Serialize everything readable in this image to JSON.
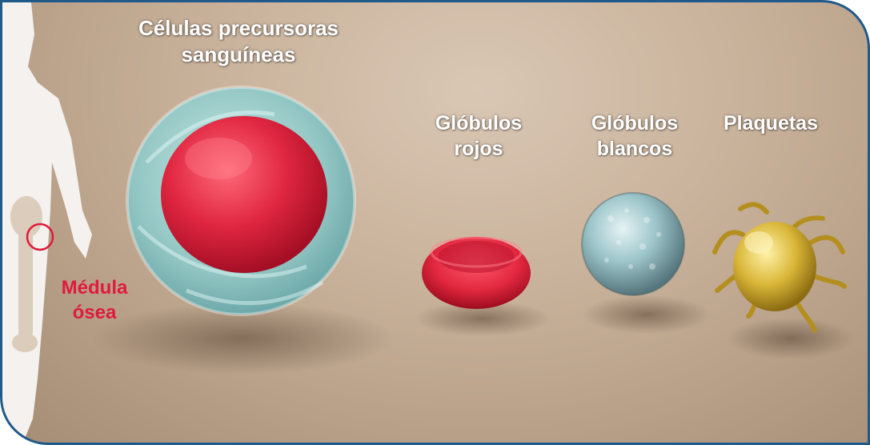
{
  "labels": {
    "precursor_line1": "Células precursoras",
    "precursor_line2": "sanguíneas",
    "red_line1": "Glóbulos",
    "red_line2": "rojos",
    "white_line1": "Glóbulos",
    "white_line2": "blancos",
    "platelets": "Plaquetas",
    "marrow_line1": "Médula",
    "marrow_line2": "ósea"
  },
  "colors": {
    "frame_border": "#1f5a8a",
    "marrow_label": "#e01a3c",
    "nucleus": "#e32845",
    "cytoplasm": "#9fd0cf",
    "red_cell": "#e2283f",
    "white_cell": "#8fb8be",
    "platelet": "#d9b637"
  }
}
